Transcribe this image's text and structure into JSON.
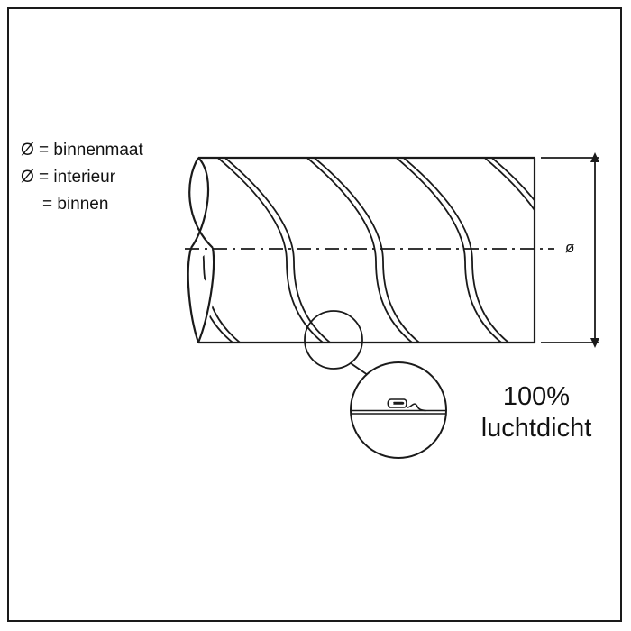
{
  "legend": [
    "Ø = binnenmaat",
    "Ø = interieur",
    "= binnen"
  ],
  "dimension_label": "ø",
  "airtight_label": {
    "line1": "100%",
    "line2": "luchtdicht"
  },
  "colors": {
    "stroke": "#1a1a1a",
    "background": "#ffffff"
  }
}
